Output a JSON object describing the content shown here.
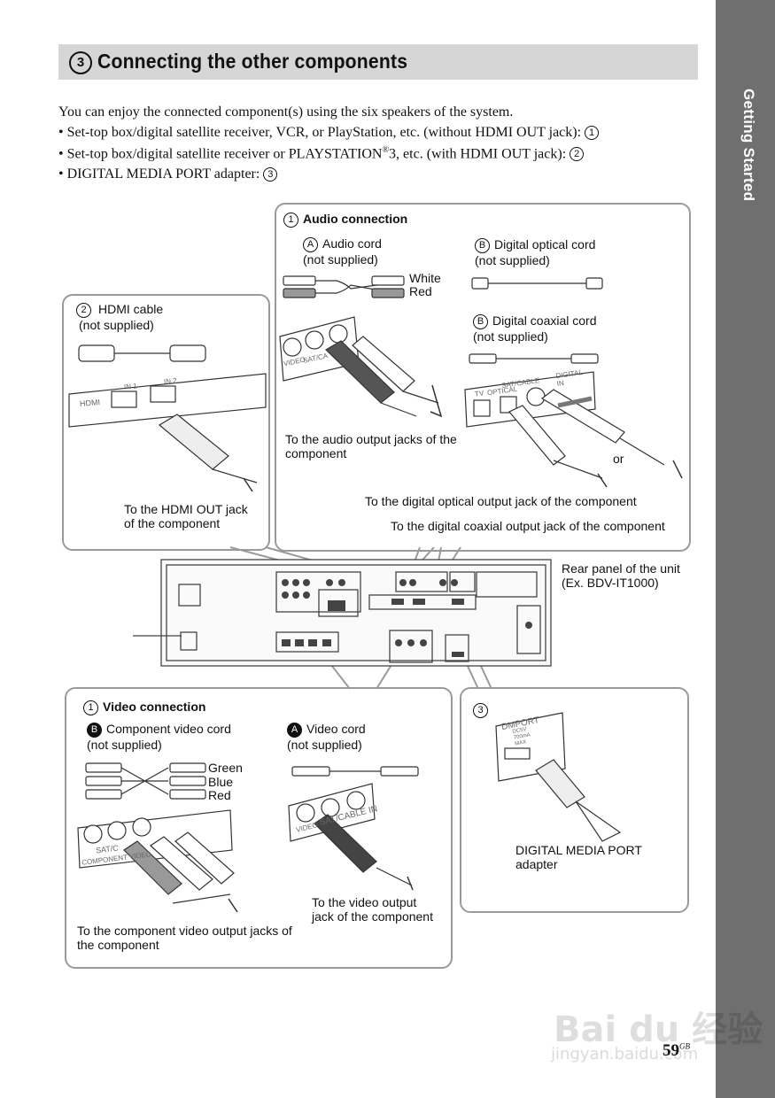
{
  "side_tab": {
    "label": "Getting Started"
  },
  "section": {
    "number": "3",
    "title": "Connecting the other components"
  },
  "intro": {
    "line1": "You can enjoy the connected component(s) using the six speakers of the system.",
    "bullet1": "• Set-top box/digital satellite receiver, VCR, or PlayStation, etc. (without HDMI OUT jack):",
    "bullet1_ref": "1",
    "bullet2_pre": "• Set-top box/digital satellite receiver or PLAYSTATION",
    "bullet2_sup": "®",
    "bullet2_post": "3, etc. (with HDMI OUT jack):",
    "bullet2_ref": "2",
    "bullet3": "• DIGITAL MEDIA PORT adapter:",
    "bullet3_ref": "3"
  },
  "audio_box": {
    "num": "1",
    "title": "Audio connection",
    "cord_a_mark": "A",
    "cord_a": "Audio cord\n(not supplied)",
    "white": "White",
    "red": "Red",
    "cord_b1_mark": "B",
    "cord_b1": "Digital optical cord\n(not supplied)",
    "cord_b2_mark": "B",
    "cord_b2": "Digital coaxial cord\n(not supplied)",
    "panel_label_sat": "SAT/CA",
    "panel_label_video": "VIDEO",
    "panel_label_tv": "TV",
    "panel_label_optical": "OPTICAL",
    "panel_label_satcable": "SAT/CABLE",
    "panel_label_digital": "DIGITAL\nIN",
    "audio_out": "To the audio output jacks of the\ncomponent",
    "or": "or",
    "optical_out": "To the digital optical output jack of the component",
    "coaxial_out": "To the digital coaxial output jack of the component"
  },
  "hdmi_box": {
    "num": "2",
    "cable": "HDMI cable\n(not supplied)",
    "panel_hdmi": "HDMI",
    "panel_in1": "IN 1",
    "panel_in2": "IN 2",
    "hdmi_out": "To the HDMI OUT jack\nof the component"
  },
  "rear_panel": {
    "label": "Rear panel of the unit\n(Ex. BDV-IT1000)"
  },
  "video_box": {
    "num": "1",
    "title": "Video connection",
    "cord_b_mark": "B",
    "cord_b": "Component video cord\n(not supplied)",
    "green": "Green",
    "blue": "Blue",
    "red": "Red",
    "cord_a_mark": "A",
    "cord_a": "Video cord\n(not supplied)",
    "panel_component": "COMPONENT VIDEO",
    "panel_sat": "SAT/C",
    "panel_video": "VIDEO",
    "panel_satcable_in": "SAT/CABLE IN",
    "video_out": "To the video output\njack of the component",
    "component_out": "To the component video output jacks of\nthe component"
  },
  "dmport_box": {
    "num": "3",
    "panel_dmport": "DMPORT",
    "panel_dcv": "DC5V\n700mA\nMAX",
    "adapter": "DIGITAL MEDIA PORT\nadapter"
  },
  "page": {
    "number": "59",
    "suffix": "GB"
  },
  "watermark": {
    "brand": "Bai du 经验",
    "url": "jingyan.baidu.com"
  }
}
